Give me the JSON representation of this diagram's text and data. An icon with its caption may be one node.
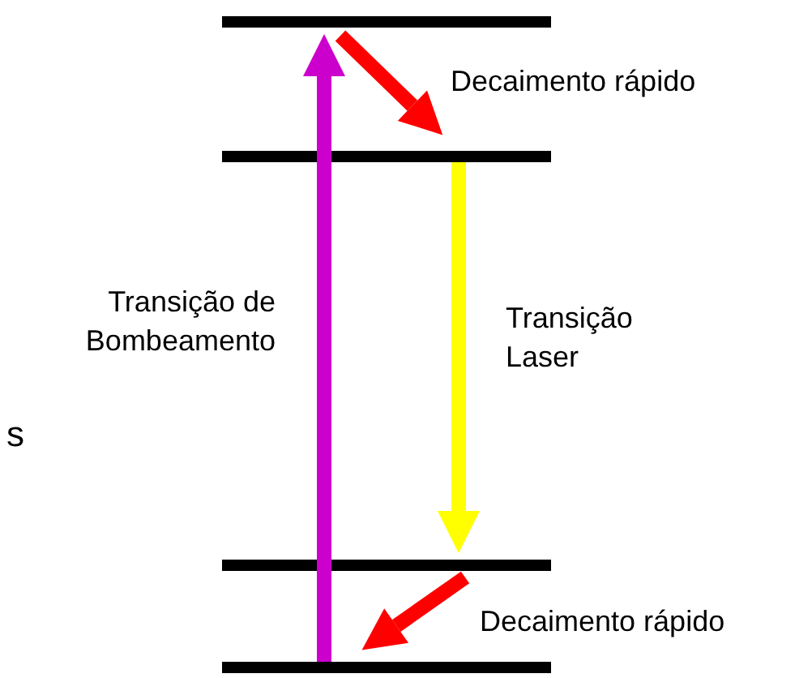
{
  "diagram": {
    "nodes": [
      {
        "text": [],
        "shape": "bar"
      },
      {
        "text": [],
        "shape": "bar"
      },
      {
        "text": [],
        "shape": "bar"
      },
      {
        "text": [],
        "shape": "bar"
      }
    ],
    "edges": [
      {
        "from": 3,
        "to": 0,
        "arrow": "to",
        "label": "Transição de Bombeamento",
        "color": "#cc00cc"
      },
      {
        "from": 0,
        "to": 1,
        "arrow": "to",
        "label": "Decaimento rápido",
        "color": "#ff0000"
      },
      {
        "from": 1,
        "to": 2,
        "arrow": "to",
        "label": "Transição Laser",
        "color": "#ffff00"
      },
      {
        "from": 2,
        "to": 3,
        "arrow": "to",
        "label": "Decaimento rápido",
        "color": "#ff0000"
      }
    ],
    "labels": [
      "s"
    ]
  }
}
